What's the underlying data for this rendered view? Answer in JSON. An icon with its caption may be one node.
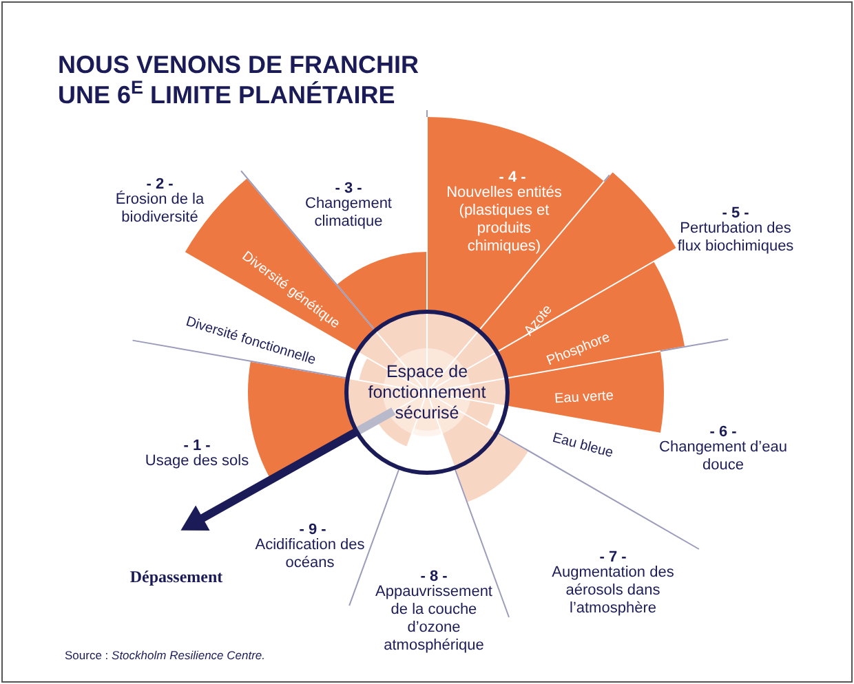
{
  "diagram": {
    "title": "NOUS VENONS DE FRANCHIR UNE 6$^{E}$ LIMITE PLANÉTAIRE",
    "caption": "Source : *Stockholm Resilience Centre.*",
    "nodes": [
      {
        "text": [
          "Espace de fonctionnement sécurisé"
        ]
      }
    ],
    "labels": [
      "- 4 -",
      "Nouvelles entités (plastiques et produits chimiques)",
      "- 2 -",
      "Érosion de la biodiversité",
      "- 3 -",
      "Changement climatique",
      "- 5 -",
      "Perturbation des flux biochimiques",
      "Diversité génétique",
      "Azote",
      "Diversité fonctionnelle",
      "Phosphore",
      "Eau verte",
      "- 1 -",
      "Usage des sols",
      "Eau bleue",
      "- 6 -",
      "Changement d’eau douce",
      "- 9 -",
      "Acidification des océans",
      "- 7 -",
      "Augmentation des aérosols dans l’atmosphère",
      "Dépassement",
      "- 8 -",
      "Appauvrissement de la couche d’ozone atmosphérique"
    ]
  }
}
